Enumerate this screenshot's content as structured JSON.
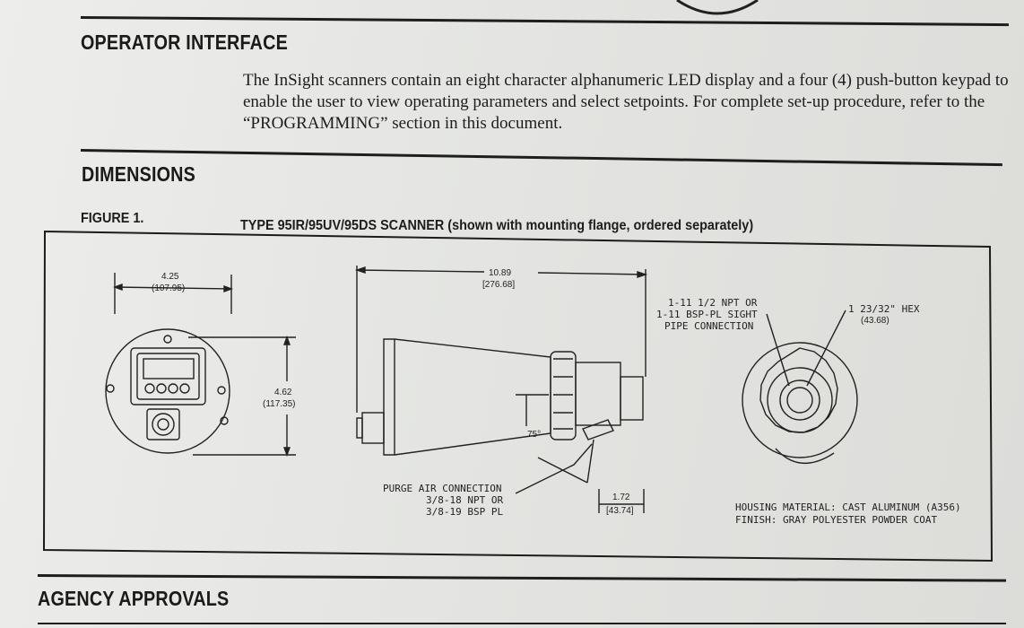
{
  "sections": {
    "operator_interface": {
      "title": "OPERATOR INTERFACE",
      "paragraph": "The InSight scanners contain an eight character alphanumeric LED display and a four (4) push-button keypad to enable the user to view operating parameters and select setpoints. For complete set-up procedure, refer to the “PROGRAMMING” section in this document."
    },
    "dimensions": {
      "title": "DIMENSIONS"
    },
    "agency_approvals": {
      "title": "AGENCY APPROVALS"
    }
  },
  "figure": {
    "label": "FIGURE 1.",
    "caption": "TYPE 95IR/95UV/95DS SCANNER (shown with mounting flange, ordered separately)",
    "front_view": {
      "width_in": "4.25",
      "width_mm": "(107.95)",
      "height_in": "4.62",
      "height_mm": "(117.35)"
    },
    "side_view": {
      "length_in": "10.89",
      "length_mm": "[276.68]",
      "angle": "75°",
      "purge_line1": "PURGE AIR CONNECTION",
      "purge_line2": "3/8-18 NPT OR",
      "purge_line3": "3/8-19 BSP PL",
      "flange_in": "1.72",
      "flange_mm": "[43.74]"
    },
    "end_view": {
      "pipe_line1": "1-11 1/2 NPT OR",
      "pipe_line2": "1-11 BSP-PL SIGHT",
      "pipe_line3": "PIPE CONNECTION",
      "hex_line1": "1 23/32\" HEX",
      "hex_line2": "(43.68)",
      "material_line1": "HOUSING MATERIAL: CAST ALUMINUM (A356)",
      "material_line2": "FINISH: GRAY POLYESTER POWDER COAT"
    }
  }
}
